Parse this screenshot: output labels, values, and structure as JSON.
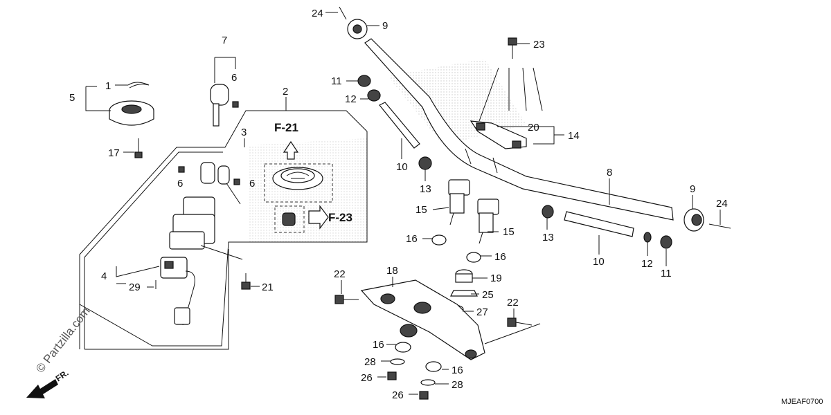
{
  "diagram": {
    "code": "MJEAF0700",
    "watermark": "© Partzilla.com",
    "front_arrow_label": "FR.",
    "references": {
      "f21": "F-21",
      "f23": "F-23"
    },
    "labels": {
      "p1": "1",
      "p2": "2",
      "p3": "3",
      "p4": "4",
      "p5": "5",
      "p6a": "6",
      "p6b": "6",
      "p6c": "6",
      "p7": "7",
      "p8": "8",
      "p9a": "9",
      "p9b": "9",
      "p10a": "10",
      "p10b": "10",
      "p11a": "11",
      "p11b": "11",
      "p12a": "12",
      "p12b": "12",
      "p13a": "13",
      "p13b": "13",
      "p14": "14",
      "p15a": "15",
      "p15b": "15",
      "p16a": "16",
      "p16b": "16",
      "p16c": "16",
      "p16d": "16",
      "p17": "17",
      "p18": "18",
      "p19": "19",
      "p20": "20",
      "p21": "21",
      "p22a": "22",
      "p22b": "22",
      "p23": "23",
      "p24a": "24",
      "p24b": "24",
      "p25": "25",
      "p26a": "26",
      "p26b": "26",
      "p27": "27",
      "p28a": "28",
      "p28b": "28",
      "p29": "29"
    }
  }
}
